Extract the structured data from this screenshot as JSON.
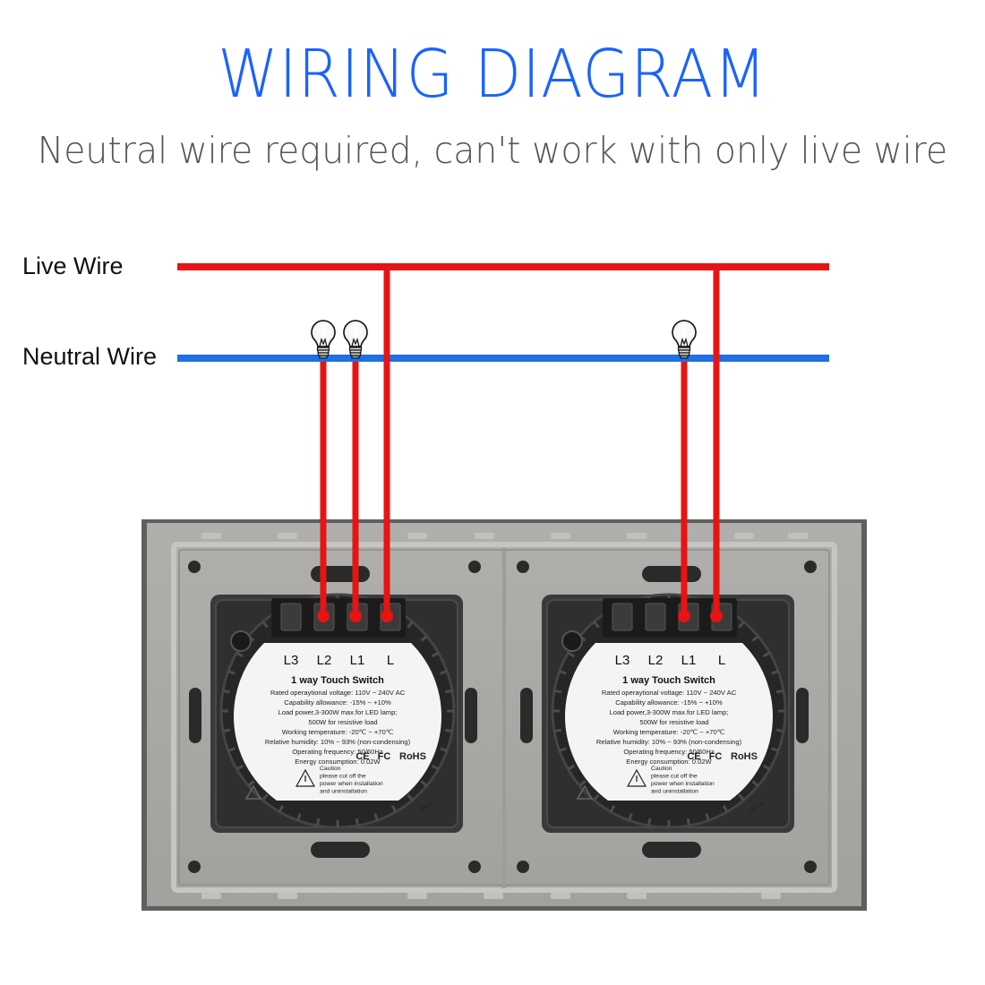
{
  "title": "WIRING DIAGRAM",
  "subtitle": "Neutral wire required, can't work with only live wire",
  "wires": {
    "live_label": "Live Wire",
    "neutral_label": "Neutral Wire",
    "live_color": "#e61414",
    "neutral_color": "#1f6fe5"
  },
  "modules": [
    {
      "terminals": [
        "L3",
        "L2",
        "L1",
        "L"
      ],
      "heading": "1 way Touch Switch",
      "specs": [
        "Rated operaytional voltage: 110V ~ 240V AC",
        "Capability allowance: -15% ~ +10%",
        "Load power,3-300W max.for LED lamp;",
        "500W for resistive load",
        "Working temperature: -20℃ ~ +70℃",
        "Relative humidity: 10% ~ 93% (non-condensing)",
        "Operating frequency: 50/60Hz",
        "Energy consumption: 0.02W"
      ],
      "marks": [
        "CE",
        "FC",
        "RoHS"
      ],
      "caution": [
        "Caution",
        "please cut off the",
        "power when installation",
        "and uninstallation"
      ],
      "code": "3PCA"
    },
    {
      "terminals": [
        "L3",
        "L2",
        "L1",
        "L"
      ],
      "heading": "1 way Touch Switch",
      "specs": [
        "Rated operaytional voltage: 110V ~ 240V AC",
        "Capability allowance: -15% ~ +10%",
        "Load power,3-300W max.for LED lamp;",
        "500W for resistive load",
        "Working temperature: -20℃ ~ +70℃",
        "Relative humidity: 10% ~ 93% (non-condensing)",
        "Operating frequency: 50/60Hz",
        "Energy consumption: 0.02W"
      ],
      "marks": [
        "CE",
        "FC",
        "RoHS"
      ],
      "caution": [
        "Caution",
        "please cut off the",
        "power when installation",
        "and uninstallation"
      ],
      "code": "3PCA"
    }
  ]
}
